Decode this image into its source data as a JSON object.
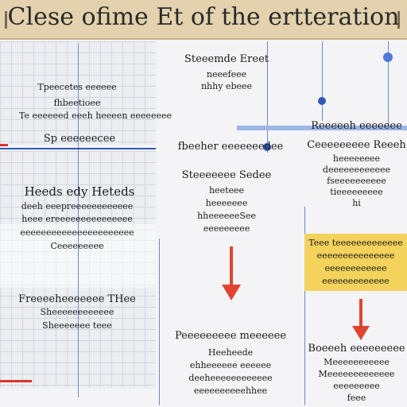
{
  "header": {
    "title": "Clese ofime Et of the ertteration"
  },
  "blocks": {
    "top_center": [
      "Steeemde Ereet",
      "neeefeee",
      "nhhy ebeee"
    ],
    "left_top": [
      "Tpeecetes eeeeee",
      "fhbeetioee",
      "Te eeeeeed eeeh heeeen eeeeeeee"
    ],
    "left_bar": "Sp eeeeeecee",
    "left_big": [
      "Heeds edy Heteds",
      "deeh eeepreeeeeeeeeeee",
      "heee ereeeeeeeeeeeeeee",
      "eeeeeeeeeeeeeeeeeeeeee",
      "Ceeeeeeeee"
    ],
    "left_bottom": [
      "Freeeeheeeeeee THee",
      "Sheeeeeeeeeeee",
      "Sheeeeeee teee"
    ],
    "center_bar": "fbeeher eeeeeeedee",
    "center_mid": [
      "Steeeeeee Sedee",
      "heeteee",
      "heeeeeee",
      "hheeeeeeSee",
      "eeeeeeeee"
    ],
    "center_bottom": [
      "Peeeeeeeee meeeeee",
      "Heeheede",
      "ehheeeeee eeeeee",
      "deeheeeeeeeeeeee",
      "eeeeeeeeeehhee"
    ],
    "right_top": [
      "Reeeeeh eeeeeee"
    ],
    "right_mid": [
      "Ceeeeeeeee Reeeh",
      "heeeeeeee",
      "deeeeeeeeeeee",
      "fseeeeeeeeee",
      "tieeeeeeeee",
      "hi"
    ],
    "right_yellow": [
      "Teee teeeeeeeeeeeee",
      "eeeeeeeeeeeeeee",
      "eeeeeeeeeeee",
      "eeeeeeeeeeeee"
    ],
    "right_bottom": [
      "Boeeeh eeeeeeeee",
      "Meeeeeeeeeee",
      "Meeeeeeeeeeeee",
      "eeeeeeeee",
      "feee"
    ]
  }
}
